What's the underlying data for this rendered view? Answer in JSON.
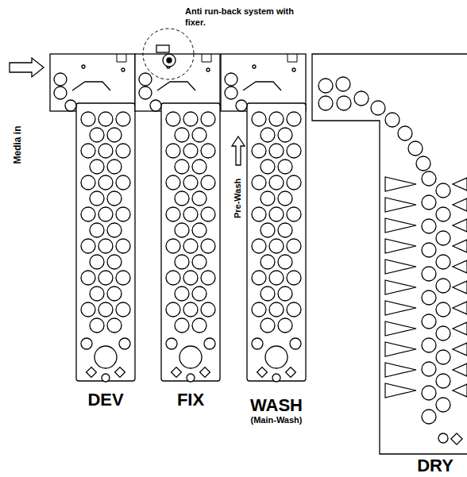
{
  "diagram": {
    "nodes": [
      {
        "text": [
          "DEV"
        ]
      },
      {
        "text": [
          "FIX"
        ]
      },
      {
        "text": [
          "WASH",
          "(Main-Wash)"
        ]
      },
      {
        "text": [
          "DRY"
        ]
      }
    ],
    "labels": [
      "Anti run-back system with fixer.",
      "Media in",
      "Pre-Wash"
    ]
  }
}
